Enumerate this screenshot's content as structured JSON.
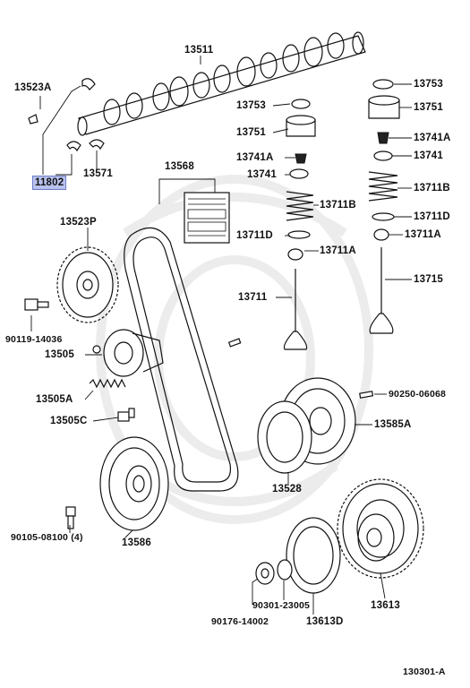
{
  "watermark_color": "#eeeeee",
  "highlight_color": "#b9c2ee",
  "labels": {
    "p13511": "13511",
    "p13523A": "13523A",
    "p11802": "11802",
    "p13571": "13571",
    "p13568": "13568",
    "p13523P": "13523P",
    "p90119": "90119-14036",
    "p13505": "13505",
    "p13505A": "13505A",
    "p13505C": "13505C",
    "p90105": "90105-08100 (4)",
    "p13586": "13586",
    "p13753a": "13753",
    "p13751a": "13751",
    "p13741Aa": "13741A",
    "p13741a": "13741",
    "p13711Ba": "13711B",
    "p13711Da": "13711D",
    "p13711Aa": "13711A",
    "p13711": "13711",
    "p13753b": "13753",
    "p13751b": "13751",
    "p13741Ab": "13741A",
    "p13741b": "13741",
    "p13711Bb": "13711B",
    "p13711Db": "13711D",
    "p13711Ab": "13711A",
    "p13715": "13715",
    "p90250": "90250-06068",
    "p13585A": "13585A",
    "p13528": "13528",
    "p90301": "90301-23005",
    "p90176": "90176-14002",
    "p13613D": "13613D",
    "p13613": "13613",
    "ref": "130301-A"
  }
}
